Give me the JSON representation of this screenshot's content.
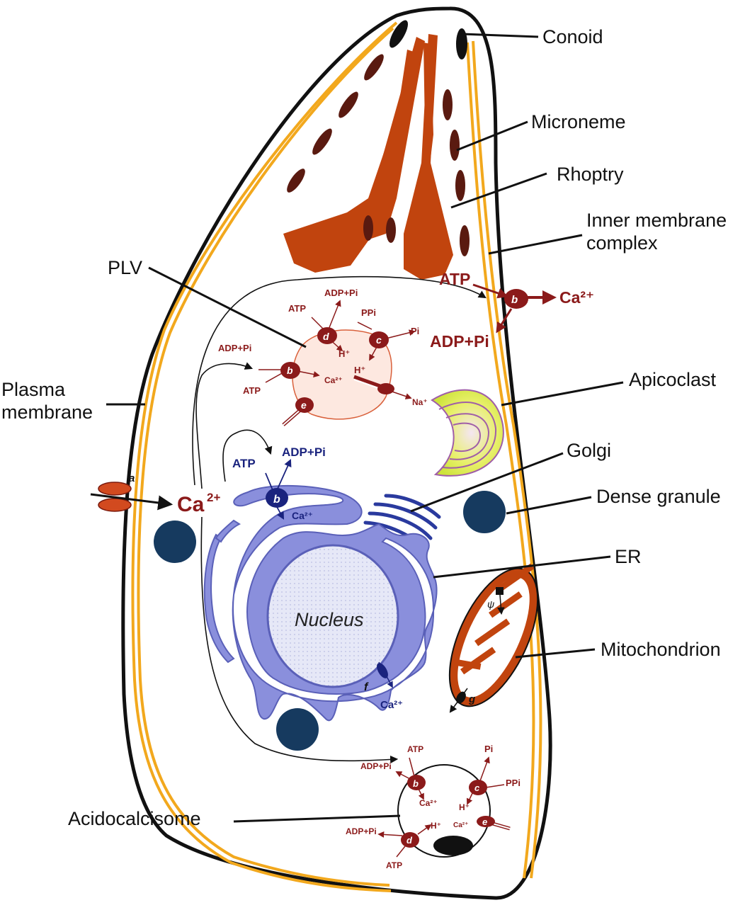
{
  "labels": {
    "conoid": "Conoid",
    "microneme": "Microneme",
    "rhoptry": "Rhoptry",
    "imc_line1": "Inner membrane",
    "imc_line2": "complex",
    "plv": "PLV",
    "plasma_line1": "Plasma",
    "plasma_line2": "membrane",
    "apicoclast": "Apicoclast",
    "golgi": "Golgi",
    "dense_granule": "Dense granule",
    "er": "ER",
    "mitochondrion": "Mitochondrion",
    "acidocalcisome": "Acidocalcisome",
    "nucleus": "Nucleus"
  },
  "ions": {
    "atp": "ATP",
    "adp_pi": "ADP+Pi",
    "ca": "Ca",
    "two_plus": "2+",
    "ca2": "Ca²⁺",
    "h": "H⁺",
    "na": "Na⁺",
    "ppi": "PPi",
    "pi": "Pi",
    "psi": "ψ"
  },
  "transporters": {
    "a": "a",
    "b": "b",
    "c": "c",
    "d": "d",
    "e": "e",
    "f": "f",
    "g": "g"
  },
  "colors": {
    "outline": "#111111",
    "imc": "#f2a81d",
    "organelle_red": "#c1440e",
    "microneme_dark": "#5a1a10",
    "transporter_red": "#8b1a1a",
    "er_fill": "#8a8fdc",
    "nucleus_fill": "#e3e6f7",
    "dense_granule": "#163a5f",
    "apicoclast_fill": "#d8ef3a",
    "apicoclast_rings": "#a05ea8",
    "plv_fill": "#fde8e0"
  }
}
